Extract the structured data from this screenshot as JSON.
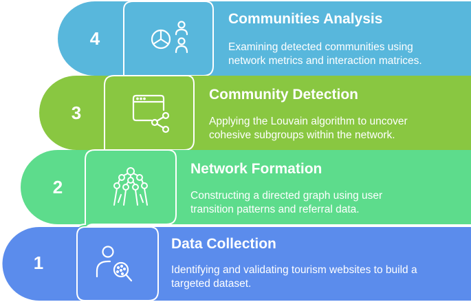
{
  "steps": [
    {
      "number": "4",
      "title": "Communities Analysis",
      "description": [
        "Examining detected communities using",
        "network metrics and interaction matrices."
      ],
      "icon": "pie-chart-users-icon",
      "color": "#58b7dc"
    },
    {
      "number": "3",
      "title": "Community Detection",
      "description": [
        "Applying the Louvain algorithm to uncover",
        "cohesive subgroups within the network."
      ],
      "icon": "browser-share-icon",
      "color": "#89c741"
    },
    {
      "number": "2",
      "title": "Network Formation",
      "description": [
        "Constructing a directed graph using user",
        "transition patterns and referral data."
      ],
      "icon": "molecule-network-icon",
      "color": "#5ddc8c"
    },
    {
      "number": "1",
      "title": "Data Collection",
      "description": [
        "Identifying and validating tourism websites to build a",
        "targeted dataset."
      ],
      "icon": "user-search-icon",
      "color": "#5b8cec"
    }
  ]
}
